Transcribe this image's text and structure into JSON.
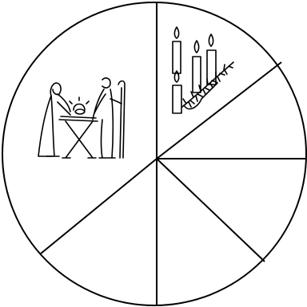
{
  "diagram": {
    "kind": "circle-wheel",
    "segment_count": 6,
    "line_color": "#000000",
    "background": "#ffffff",
    "segments": [
      {
        "id": "top-right",
        "illustration": "advent-candles-icon"
      },
      {
        "id": "right-upper",
        "illustration": "none"
      },
      {
        "id": "right-lower",
        "illustration": "none"
      },
      {
        "id": "bottom",
        "illustration": "none"
      },
      {
        "id": "bottom-left",
        "illustration": "none"
      },
      {
        "id": "left",
        "illustration": "nativity-scene-icon"
      }
    ]
  }
}
